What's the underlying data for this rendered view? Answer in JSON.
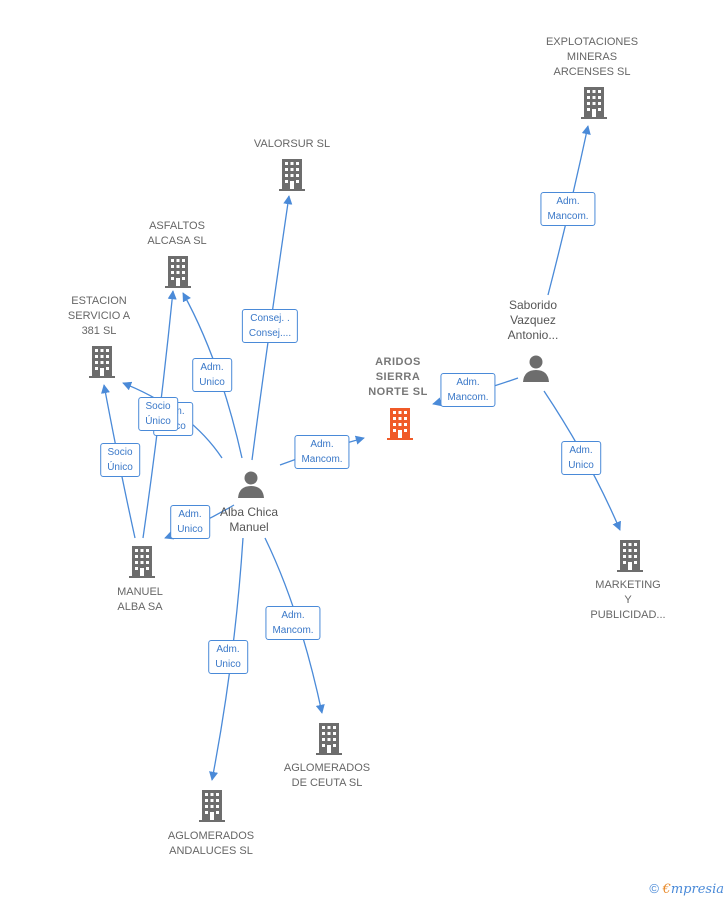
{
  "nodes": {
    "aridos": {
      "label": "ARIDOS\nSIERRA\nNORTE  SL",
      "icon": "building-icon",
      "color": "#f05a28"
    },
    "explotaciones": {
      "label": "EXPLOTACIONES\nMINERAS\nARCENSES  SL",
      "icon": "building-icon",
      "color": "#6d6d6d"
    },
    "valorsur": {
      "label": "VALORSUR  SL",
      "icon": "building-icon",
      "color": "#6d6d6d"
    },
    "asfaltos": {
      "label": "ASFALTOS\nALCASA SL",
      "icon": "building-icon",
      "color": "#6d6d6d"
    },
    "estacion": {
      "label": "ESTACION\nSERVICIO A\n381 SL",
      "icon": "building-icon",
      "color": "#6d6d6d"
    },
    "manuel_alba_sa": {
      "label": "MANUEL\nALBA SA",
      "icon": "building-icon",
      "color": "#6d6d6d"
    },
    "marketing": {
      "label": "MARKETING\nY\nPUBLICIDAD...",
      "icon": "building-icon",
      "color": "#6d6d6d"
    },
    "ag_ceuta": {
      "label": "AGLOMERADOS\nDE CEUTA  SL",
      "icon": "building-icon",
      "color": "#6d6d6d"
    },
    "ag_andaluces": {
      "label": "AGLOMERADOS\nANDALUCES SL",
      "icon": "building-icon",
      "color": "#6d6d6d"
    },
    "alba_chica": {
      "label": "Alba Chica\nManuel",
      "icon": "person-icon",
      "color": "#6d6d6d"
    },
    "saborido": {
      "label": "Saborido\nVazquez\nAntonio...",
      "icon": "person-icon",
      "color": "#6d6d6d"
    }
  },
  "edge_labels": {
    "explotaciones": "Adm.\nMancom.",
    "valorsur": "Consej. .\nConsej....",
    "asfaltos": "Adm.\nUnico",
    "estacion_overlap": "Adm.\nUnico",
    "estacion": "Socio\nÚnico",
    "manuel_estacion": "Socio\nÚnico",
    "manuel_alba": "Adm.\nUnico",
    "aridos_alba": "Adm.\nMancom.",
    "aridos_saborido": "Adm.\nMancom.",
    "marketing": "Adm.\nUnico",
    "ag_ceuta": "Adm.\nMancom.",
    "ag_andaluces": "Adm.\nUnico"
  },
  "footer": {
    "copyright": "©",
    "brand_e": "€",
    "brand_rest": "mpresia"
  },
  "colors": {
    "edge": "#4a8ad8",
    "focus": "#f05a28",
    "node": "#6d6d6d"
  }
}
